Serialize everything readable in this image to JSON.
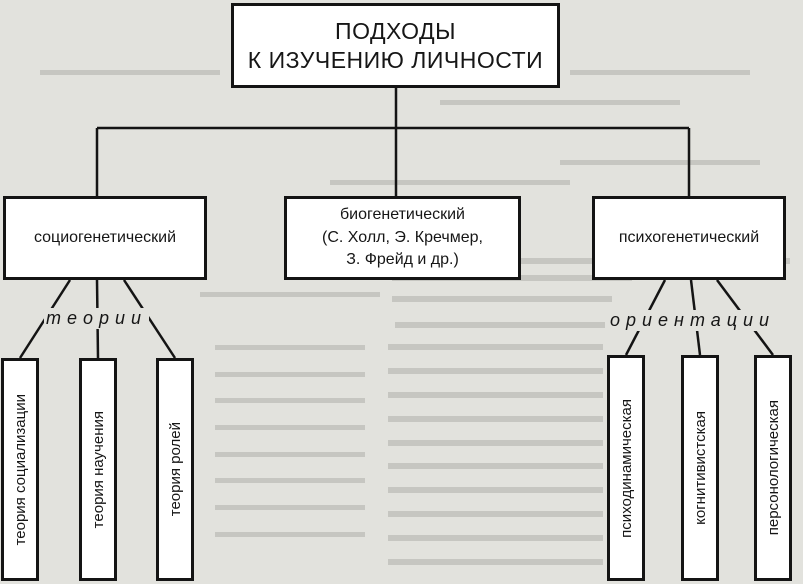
{
  "diagram": {
    "root": {
      "line1": "ПОДХОДЫ",
      "line2": "К ИЗУЧЕНИЮ ЛИЧНОСТИ"
    },
    "approaches": [
      {
        "label": "социогенетический"
      },
      {
        "line1": "биогенетический",
        "line2": "(С. Холл, Э. Кречмер,",
        "line3": "З. Фрейд и др.)"
      },
      {
        "label": "психогенетический"
      }
    ],
    "group_labels": {
      "left": "теории",
      "right": "ориентации"
    },
    "theories": [
      "теория социализации",
      "теория научения",
      "теория ролей"
    ],
    "orientations": [
      "психодинамическая",
      "когнитивистская",
      "персонологическая"
    ]
  }
}
